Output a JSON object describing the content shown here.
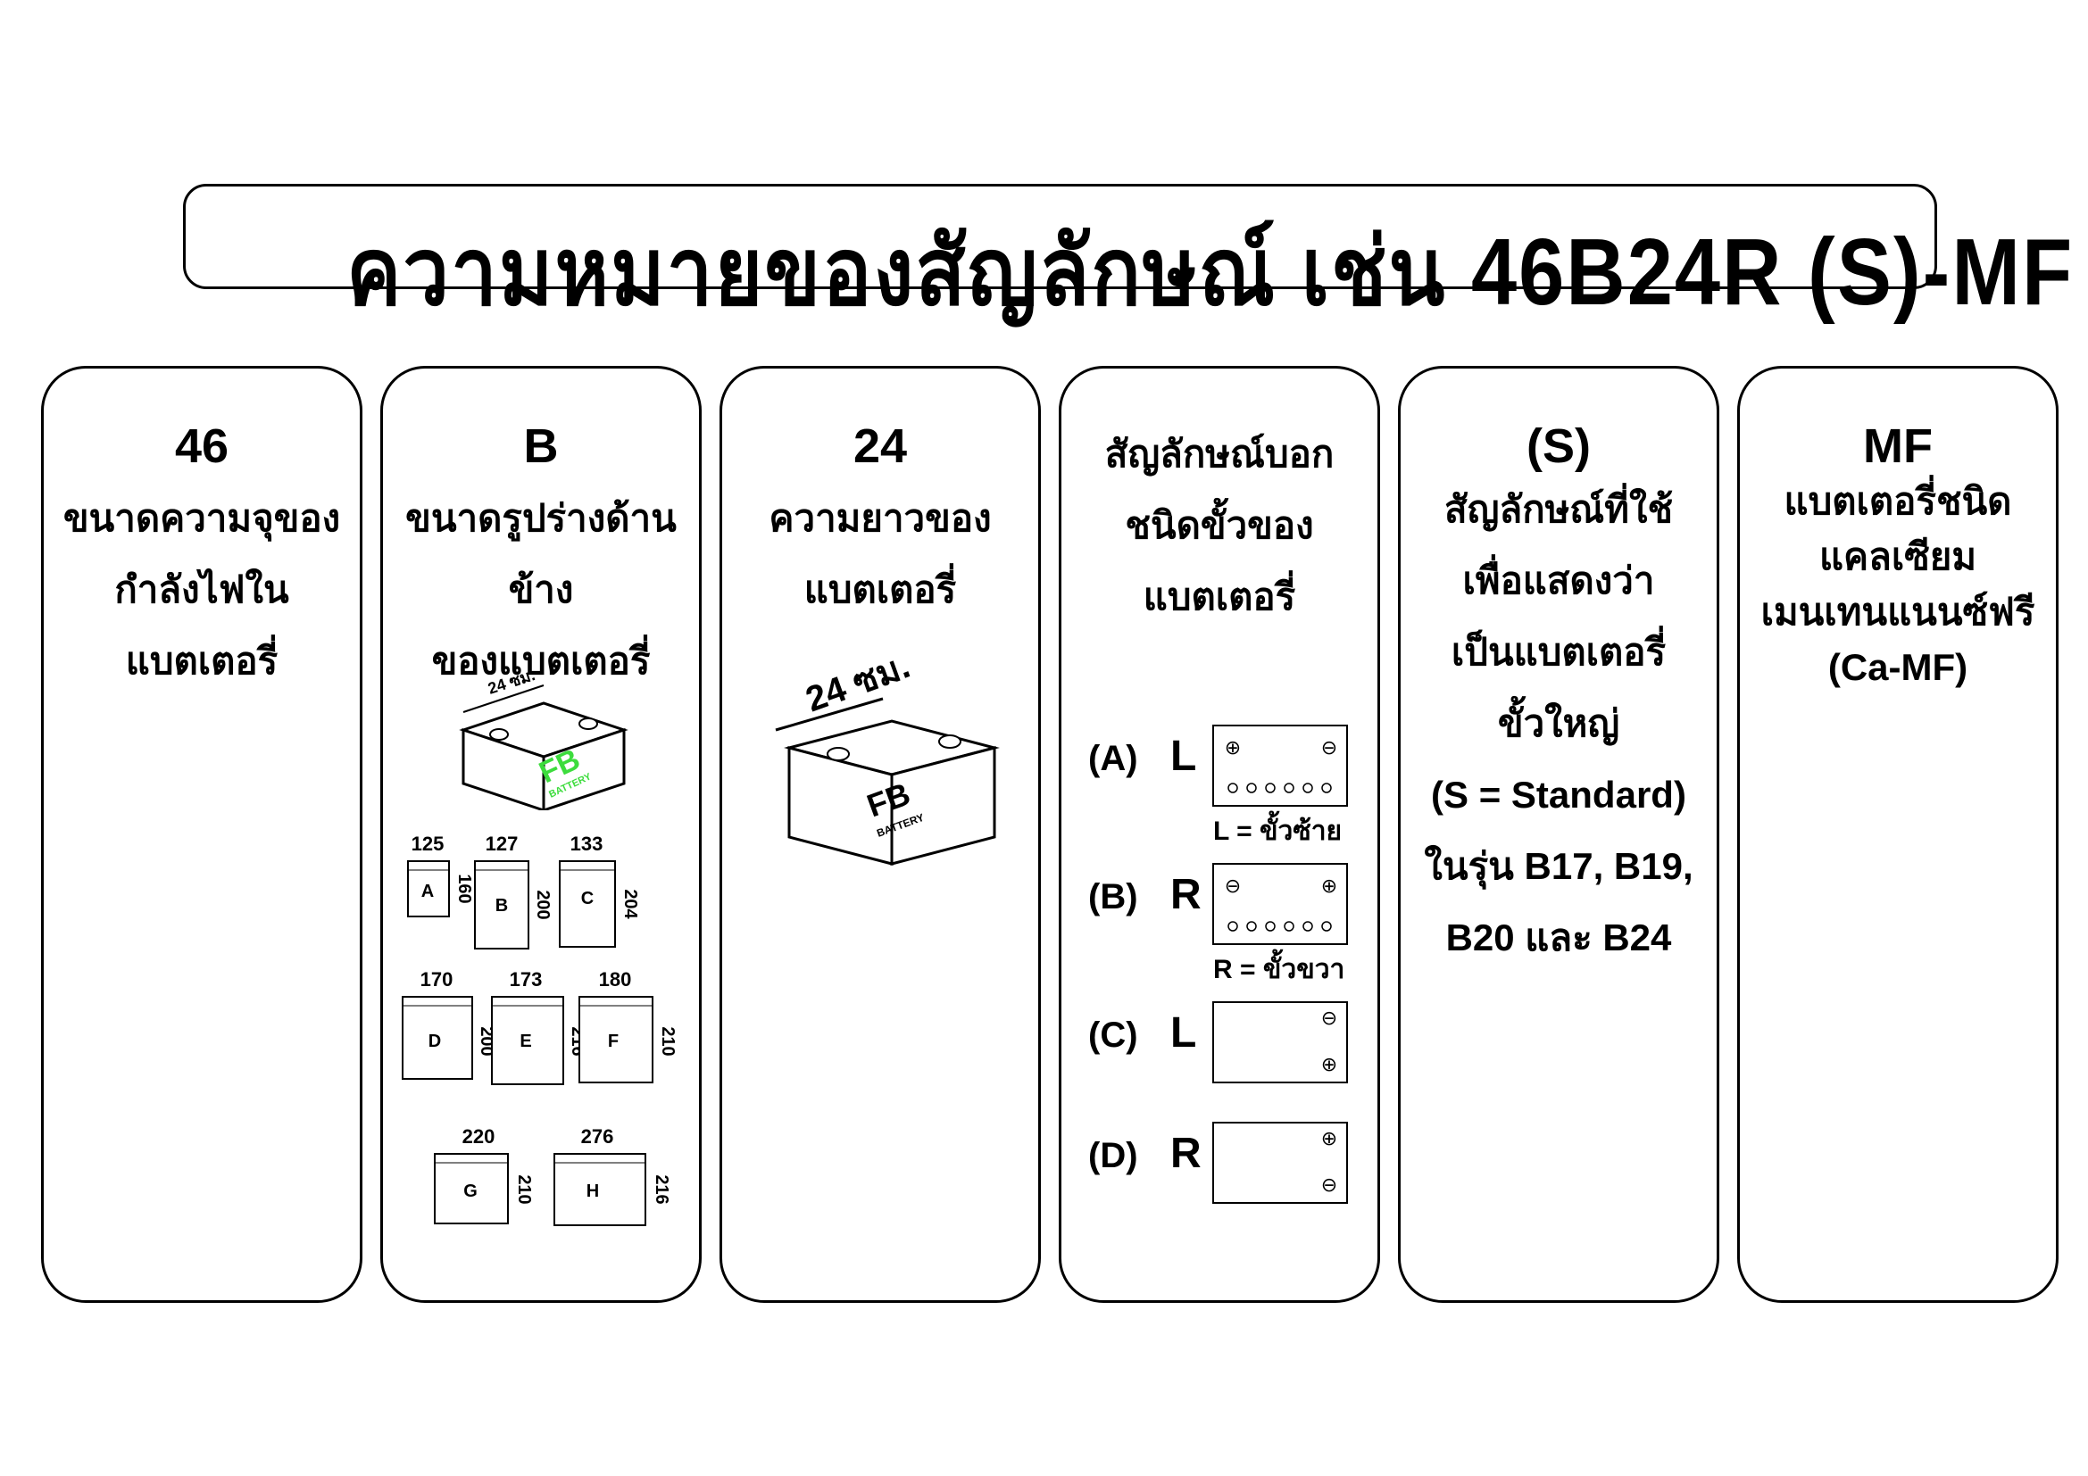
{
  "title": "ความหมายของสัญลักษณ์ เช่น 46B24R (S)-MF",
  "cards": [
    {
      "head": "46",
      "lines": [
        "ขนาดความจุของ",
        "กำลังไฟใน",
        "แบตเตอรี่"
      ]
    },
    {
      "head": "B",
      "lines": [
        "ขนาดรูปร่างด้านข้าง",
        "ของแบตเตอรี่"
      ]
    },
    {
      "head": "24",
      "lines": [
        "ความยาวของ",
        "แบตเตอรี่"
      ]
    },
    {
      "head": "",
      "lines": [
        "สัญลักษณ์บอก",
        "ชนิดขั้วของ",
        "แบตเตอรี่"
      ]
    },
    {
      "head": "(S)",
      "lines": [
        "สัญลักษณ์ที่ใช้",
        "เพื่อแสดงว่า",
        "เป็นแบตเตอรี่",
        "ขั้วใหญ่",
        "(S = Standard)",
        "ในรุ่น B17, B19,",
        "B20 และ B24"
      ]
    },
    {
      "head": "MF",
      "lines": [
        "แบตเตอรี่ชนิด",
        "แคลเซียม",
        "เมนเทนแนนซ์ฟรี",
        "(Ca-MF)"
      ]
    }
  ],
  "battery_b": {
    "length_label": "24 ซม.",
    "logo": "FB",
    "logo_sub": "BATTERY",
    "logo_color": "#3ddc3d"
  },
  "battery_24": {
    "length_label": "24 ซม.",
    "logo": "FB",
    "logo_sub": "BATTERY"
  },
  "size_groups": [
    {
      "letter": "A",
      "width": "125",
      "height": "160"
    },
    {
      "letter": "B",
      "width": "127",
      "height": "200"
    },
    {
      "letter": "C",
      "width": "133",
      "height": "204"
    },
    {
      "letter": "D",
      "width": "170",
      "height": "200"
    },
    {
      "letter": "E",
      "width": "173",
      "height": "216"
    },
    {
      "letter": "F",
      "width": "180",
      "height": "210"
    },
    {
      "letter": "G",
      "width": "220",
      "height": "210"
    },
    {
      "letter": "H",
      "width": "276",
      "height": "216"
    }
  ],
  "terminals": [
    {
      "code": "(A)",
      "side": "L",
      "note": "L = ขั้วซ้าย",
      "left_symbol": "⊕",
      "right_symbol": "⊖"
    },
    {
      "code": "(B)",
      "side": "R",
      "note": "R = ขั้วขวา",
      "left_symbol": "⊖",
      "right_symbol": "⊕"
    },
    {
      "code": "(C)",
      "side": "L",
      "note": "",
      "top_symbol": "⊖",
      "bottom_symbol": "⊕"
    },
    {
      "code": "(D)",
      "side": "R",
      "note": "",
      "top_symbol": "⊕",
      "bottom_symbol": "⊖"
    }
  ]
}
